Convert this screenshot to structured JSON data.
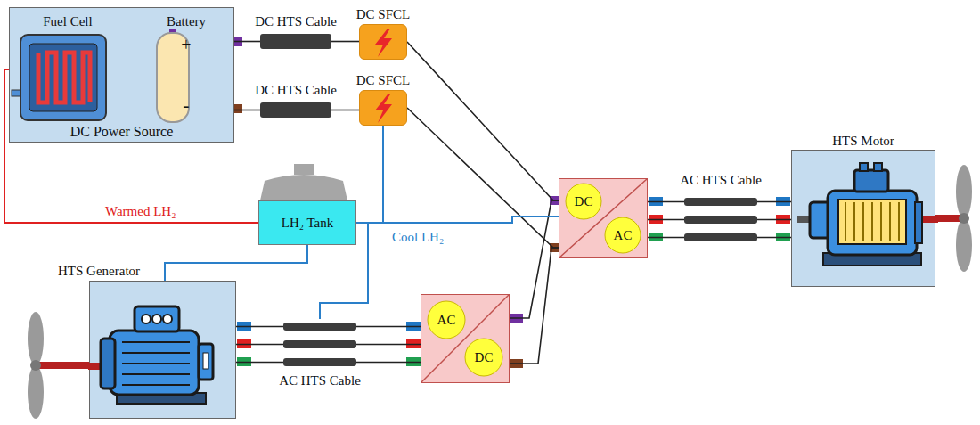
{
  "diagram": {
    "nodes": [
      {
        "text": [
          "DC Power Source"
        ]
      },
      {
        "text": [
          "Fuel Cell"
        ],
        "in": 0
      },
      {
        "text": [
          "Battery",
          "+",
          "-"
        ],
        "in": 0
      },
      {
        "text": [
          "DC HTS Cable"
        ]
      },
      {
        "text": [
          "DC SFCL"
        ]
      },
      {
        "text": [
          "DC HTS Cable"
        ]
      },
      {
        "text": [
          "DC SFCL"
        ]
      },
      {
        "text": [
          "LH₂ Tank"
        ]
      },
      {
        "text": [
          "HTS Generator"
        ]
      },
      {
        "text": [
          "AC HTS Cable"
        ]
      },
      {
        "text": [
          "AC",
          "DC"
        ]
      },
      {
        "text": [
          "DC",
          "AC"
        ]
      },
      {
        "text": [
          "AC HTS Cable"
        ]
      },
      {
        "text": [
          "HTS Motor"
        ]
      }
    ],
    "edges": [
      {
        "from": 0,
        "to": 3,
        "arrow": "none"
      },
      {
        "from": 3,
        "to": 4,
        "arrow": "none"
      },
      {
        "from": 0,
        "to": 5,
        "arrow": "none"
      },
      {
        "from": 5,
        "to": 6,
        "arrow": "none"
      },
      {
        "from": 4,
        "to": 11,
        "arrow": "none"
      },
      {
        "from": 6,
        "to": 11,
        "arrow": "none"
      },
      {
        "from": 8,
        "to": 9,
        "arrow": "none"
      },
      {
        "from": 9,
        "to": 10,
        "arrow": "none"
      },
      {
        "from": 10,
        "to": 11,
        "arrow": "none"
      },
      {
        "from": 10,
        "to": 11,
        "arrow": "none"
      },
      {
        "from": 11,
        "to": 12,
        "arrow": "none"
      },
      {
        "from": 12,
        "to": 13,
        "arrow": "none"
      },
      {
        "from": 7,
        "to": 0,
        "label": "Warmed LH₂",
        "arrow": "none"
      },
      {
        "from": 7,
        "to": 11,
        "label": "Cool LH₂",
        "arrow": "none"
      },
      {
        "from": 7,
        "to": 6,
        "arrow": "none"
      },
      {
        "from": 7,
        "to": 8,
        "arrow": "none"
      },
      {
        "from": 7,
        "to": 9,
        "arrow": "none"
      }
    ]
  }
}
